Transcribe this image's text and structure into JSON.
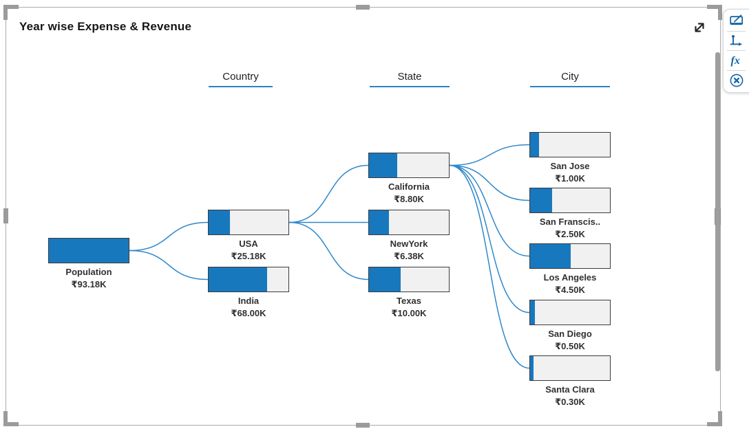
{
  "title": "Year wise Expense & Revenue",
  "colors": {
    "node_fill": "#1878be",
    "node_empty": "#f1f1f1",
    "node_border": "#3a3a3a",
    "link": "#2e87ca",
    "header_underline": "#2b81c5",
    "toolbar_icon": "#1565a8",
    "selection_frame": "#9b9b9b"
  },
  "toolbar": {
    "fx_label": "fx",
    "icons": [
      {
        "name": "monitor-edit-icon"
      },
      {
        "name": "axis-settings-icon"
      },
      {
        "name": "fx-formula-icon"
      },
      {
        "name": "close-icon"
      }
    ]
  },
  "chart_data": {
    "type": "tree",
    "title": "Year wise Expense & Revenue",
    "levels": [
      "Country",
      "State",
      "City"
    ],
    "currency": "₹",
    "unit": "K",
    "legend_position": "none",
    "grid": false,
    "nodes": [
      {
        "id": "population",
        "label": "Population",
        "value": "₹93.18K",
        "value_k": 93.18,
        "parent": null,
        "level": "root",
        "fill_pct": 100
      },
      {
        "id": "usa",
        "label": "USA",
        "value": "₹25.18K",
        "value_k": 25.18,
        "parent": "population",
        "level": "Country",
        "fill_pct": 27
      },
      {
        "id": "india",
        "label": "India",
        "value": "₹68.00K",
        "value_k": 68.0,
        "parent": "population",
        "level": "Country",
        "fill_pct": 73
      },
      {
        "id": "california",
        "label": "California",
        "value": "₹8.80K",
        "value_k": 8.8,
        "parent": "usa",
        "level": "State",
        "fill_pct": 35
      },
      {
        "id": "newyork",
        "label": "NewYork",
        "value": "₹6.38K",
        "value_k": 6.38,
        "parent": "usa",
        "level": "State",
        "fill_pct": 25
      },
      {
        "id": "texas",
        "label": "Texas",
        "value": "₹10.00K",
        "value_k": 10.0,
        "parent": "usa",
        "level": "State",
        "fill_pct": 40
      },
      {
        "id": "san-jose",
        "label": "San Jose",
        "value": "₹1.00K",
        "value_k": 1.0,
        "parent": "california",
        "level": "City",
        "fill_pct": 11
      },
      {
        "id": "san-francisco",
        "label": "San Franscis..",
        "value": "₹2.50K",
        "value_k": 2.5,
        "parent": "california",
        "level": "City",
        "fill_pct": 28
      },
      {
        "id": "los-angeles",
        "label": "Los Angeles",
        "value": "₹4.50K",
        "value_k": 4.5,
        "parent": "california",
        "level": "City",
        "fill_pct": 51
      },
      {
        "id": "san-diego",
        "label": "San Diego",
        "value": "₹0.50K",
        "value_k": 0.5,
        "parent": "california",
        "level": "City",
        "fill_pct": 6
      },
      {
        "id": "santa-clara",
        "label": "Santa Clara",
        "value": "₹0.30K",
        "value_k": 0.3,
        "parent": "california",
        "level": "City",
        "fill_pct": 4
      }
    ]
  }
}
